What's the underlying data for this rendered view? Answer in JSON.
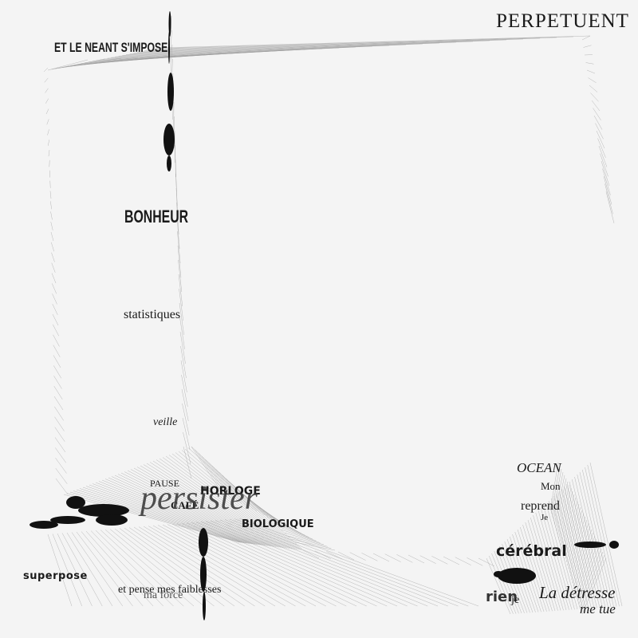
{
  "words": {
    "neant": "ET LE NEANT S'IMPOSE",
    "perpetuent": "PERPETUENT",
    "bonheur": "BONHEUR",
    "statistiques": "statistiques",
    "veille": "veille",
    "pause": "PAUSE",
    "horloge": "HORLOGE",
    "cafe": "CAFÉ",
    "persister": "persister",
    "biologique": "BIOLOGIQUE",
    "superpose": "superpose",
    "faiblesses": "et pense mes faiblesses",
    "ma_force": "ma force",
    "ocean": "OCEAN",
    "mon": "Mon",
    "reprend": "reprend",
    "je1": "Je",
    "cerebral": "cérébral",
    "rien": "rien",
    "je2": "je",
    "detresse": "La détresse",
    "me_tue": "me tue"
  }
}
